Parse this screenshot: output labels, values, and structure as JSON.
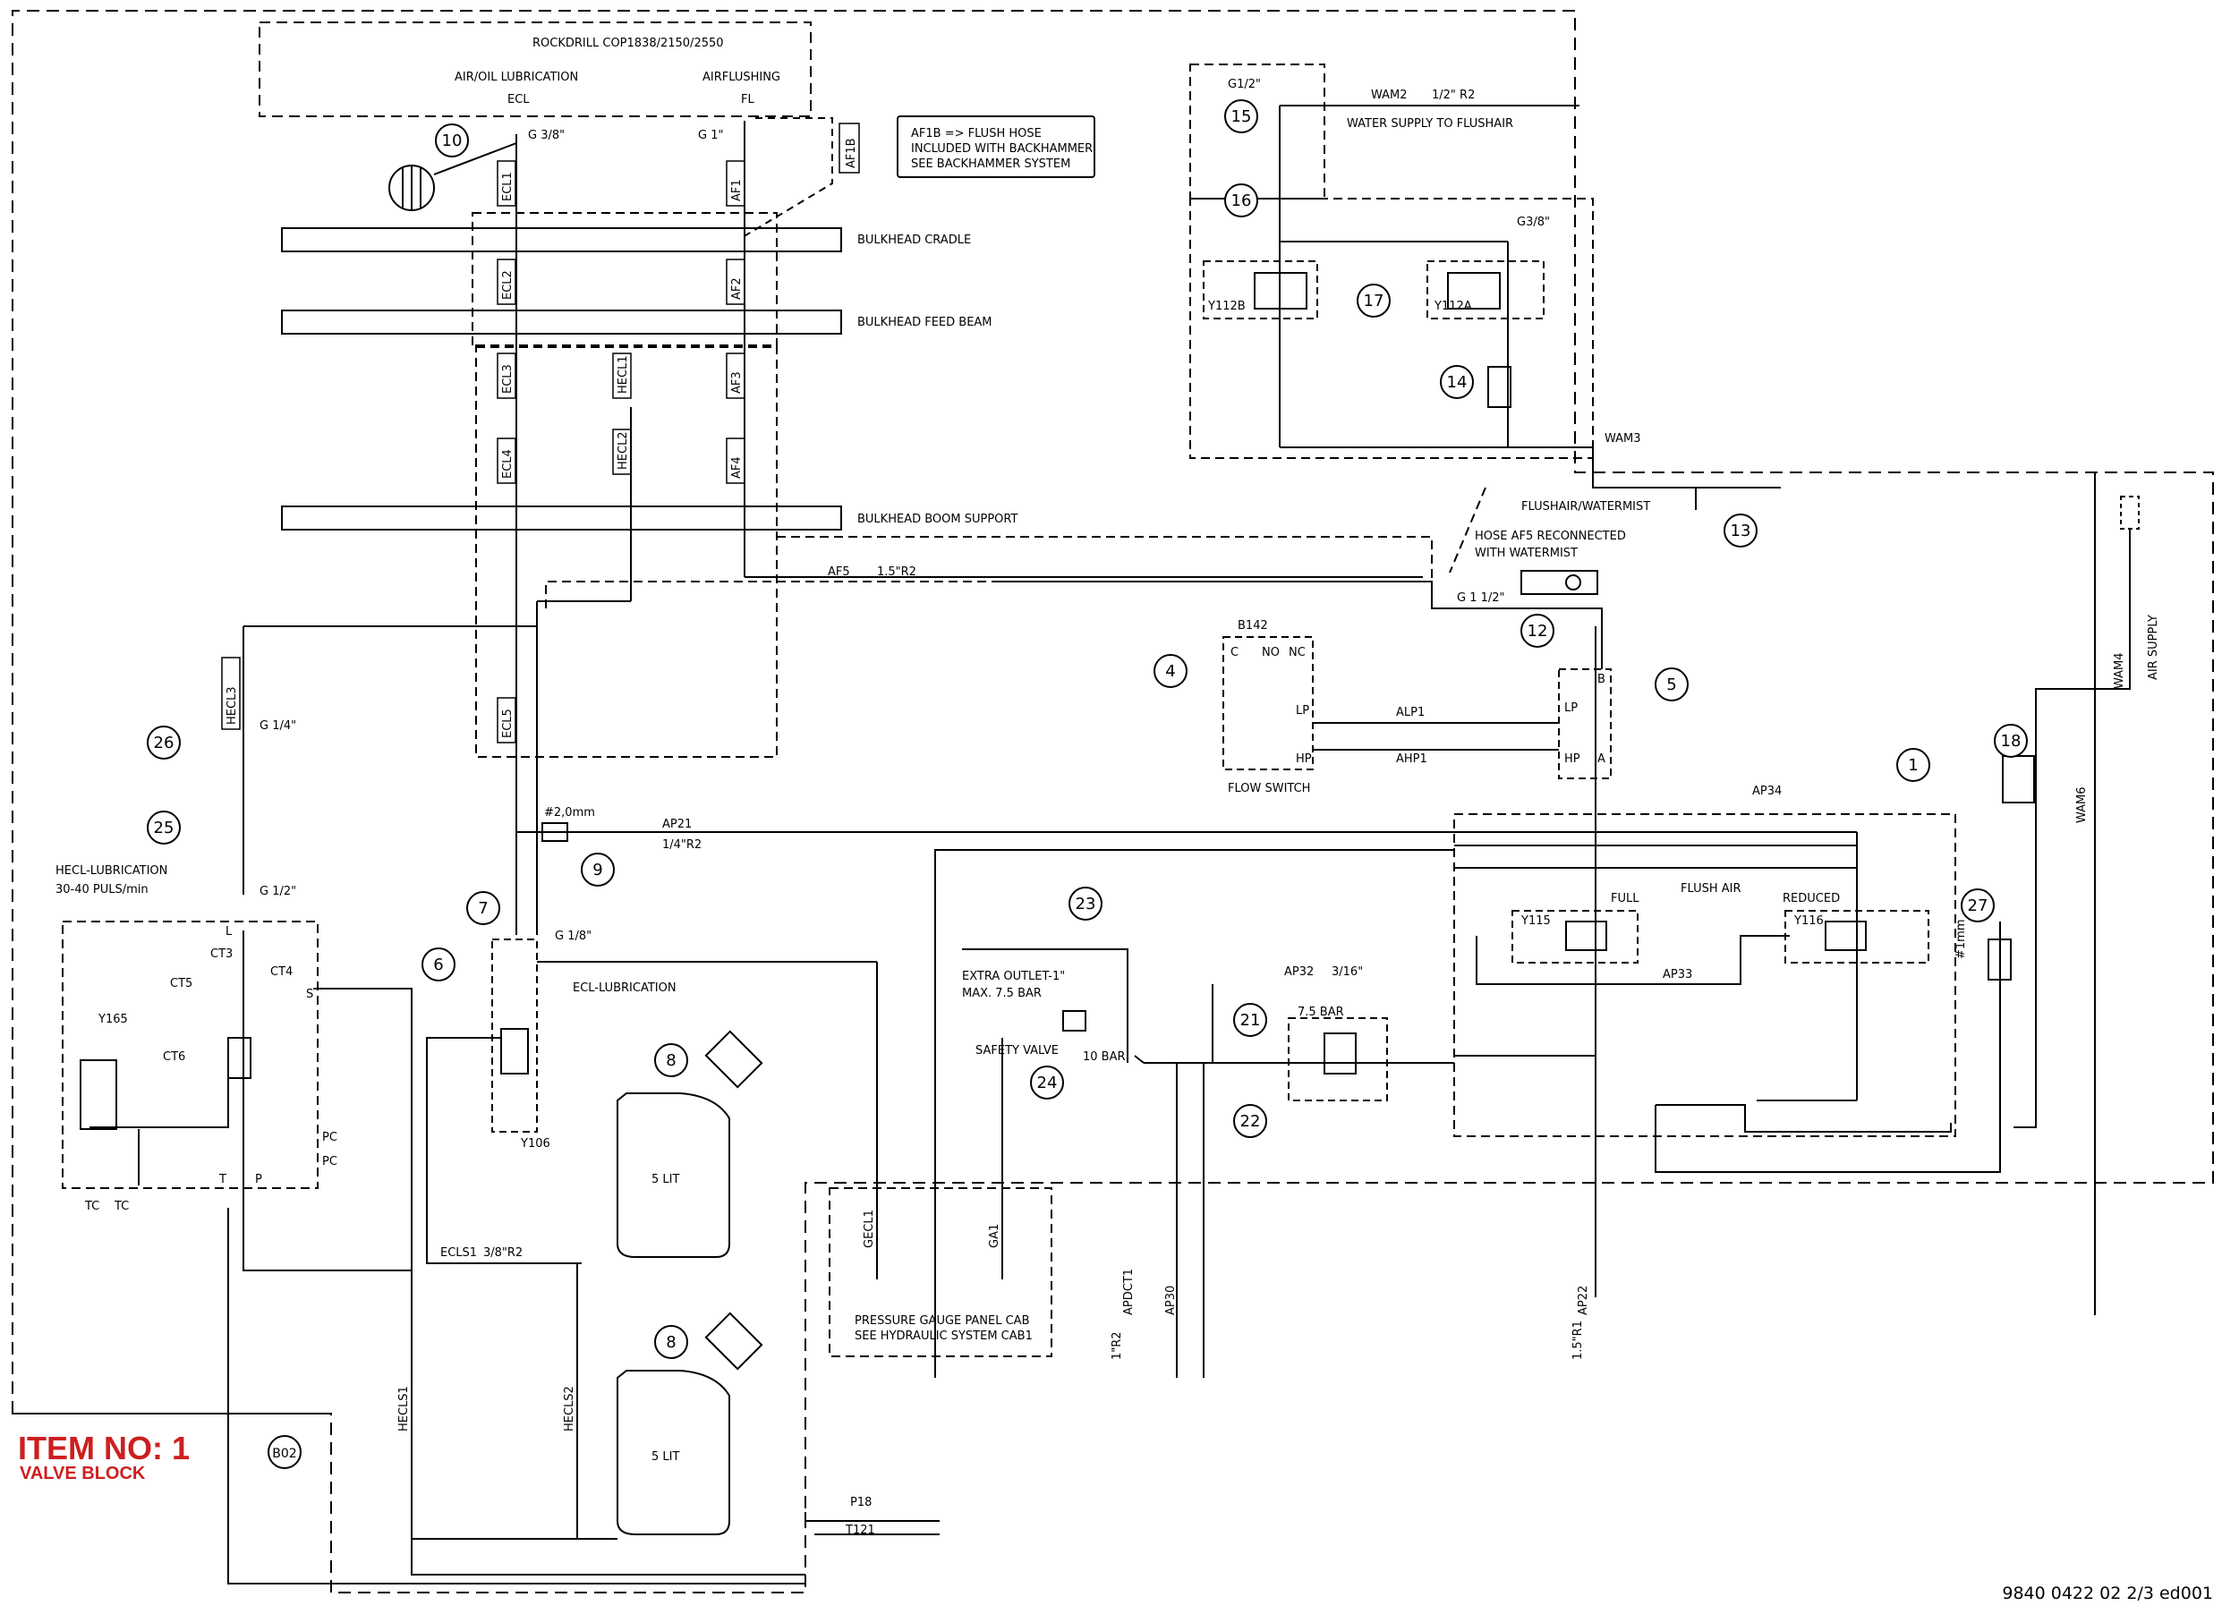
{
  "title": {
    "item": "ITEM NO: 1",
    "sub": "VALVE BLOCK"
  },
  "doc_number": "9840 0422 02 2/3 ed001",
  "header": {
    "rockdrill": "ROCKDRILL COP1838/2150/2550",
    "lube": "AIR/OIL LUBRICATION",
    "flush": "AIRFLUSHING",
    "ecl": "ECL",
    "fl": "FL"
  },
  "bulkheads": {
    "cradle": "BULKHEAD CRADLE",
    "feed": "BULKHEAD FEED BEAM",
    "boom": "BULKHEAD BOOM SUPPORT"
  },
  "notes": {
    "af1b_1": "AF1B => FLUSH HOSE",
    "af1b_2": "INCLUDED WITH BACKHAMMER.",
    "af1b_3": "SEE BACKHAMMER SYSTEM",
    "af5_1": "HOSE AF5 RECONNECTED",
    "af5_2": "WITH WATERMIST",
    "water_supply": "WATER SUPPLY TO FLUSHAIR",
    "flushair_watermist": "FLUSHAIR/WATERMIST",
    "air_supply": "AIR SUPPLY",
    "flow_switch": "FLOW SWITCH",
    "flush_air": "FLUSH AIR",
    "full": "FULL",
    "reduced": "REDUCED",
    "hecl_1": "HECL-LUBRICATION",
    "hecl_2": "30-40 PULS/min",
    "ecl_lube": "ECL-LUBRICATION",
    "extra_1": "EXTRA OUTLET-1\"",
    "extra_2": "MAX. 7.5 BAR",
    "safety": "SAFETY VALVE",
    "bar10": "10 BAR",
    "bar75": "7.5 BAR",
    "gauge_1": "PRESSURE GAUGE PANEL CAB",
    "gauge_2": "SEE HYDRAULIC SYSTEM CAB1",
    "tank": "5 LIT",
    "b142": "B142",
    "b02": "B02",
    "y106": "Y106",
    "y165": "Y165"
  },
  "hoses": {
    "ecl1": "ECL1",
    "ecl2": "ECL2",
    "ecl3": "ECL3",
    "ecl4": "ECL4",
    "ecl5": "ECL5",
    "hecl1": "HECL1",
    "hecl2": "HECL2",
    "hecl3": "HECL3",
    "af1": "AF1",
    "af2": "AF2",
    "af3": "AF3",
    "af4": "AF4",
    "af5": "AF5",
    "af1b": "AF1B",
    "wam2": "WAM2",
    "wam3": "WAM3",
    "wam4": "WAM4",
    "wam6": "WAM6",
    "alp1": "ALP1",
    "ahp1": "AHP1",
    "ap21": "AP21",
    "ap32": "AP32",
    "ap33": "AP33",
    "ap34": "AP34",
    "ap22": "AP22",
    "ap30": "AP30",
    "apdct1": "APDCT1",
    "gecl1": "GECL1",
    "ga1": "GA1",
    "ecls1": "ECLS1",
    "hecls1": "HECLS1",
    "hecls2": "HECLS2",
    "p18": "P18",
    "t121": "T121"
  },
  "balloons": [
    "1",
    "4",
    "5",
    "6",
    "7",
    "8",
    "8",
    "9",
    "10",
    "12",
    "13",
    "14",
    "15",
    "16",
    "17",
    "18",
    "21",
    "22",
    "23",
    "24",
    "25",
    "26",
    "27"
  ],
  "sizes": {
    "g38": "G 3/8\"",
    "g1": "G 1\"",
    "g14": "G 1/4\"",
    "g12": "G 1/2\"",
    "g18": "G 1/8\"",
    "g112": "G 1 1/2\"",
    "g38b": "G3/8\"",
    "g12b": "G1/2\"",
    "r1": "1\"R2",
    "r38": "3/8\"R2",
    "r14": "1/4\"R2",
    "r15": "1.5\"R2",
    "r12": "1/2\" R2",
    "r316": "3/16\"",
    "r15r1": "1.5\"R1",
    "d2": "#2,0mm",
    "d1": "#1mm"
  },
  "ports": {
    "c": "C",
    "no": "NO",
    "nc": "NC",
    "lp": "LP",
    "hp": "HP",
    "a": "A",
    "b": "B",
    "l": "L",
    "s": "S",
    "t": "T",
    "p": "P",
    "pc": "PC",
    "tc": "TC",
    "ct3": "CT3",
    "ct4": "CT4",
    "ct5": "CT5",
    "ct6": "CT6",
    "y112a": "Y112A",
    "y112b": "Y112B",
    "y115": "Y115",
    "y116": "Y116"
  }
}
